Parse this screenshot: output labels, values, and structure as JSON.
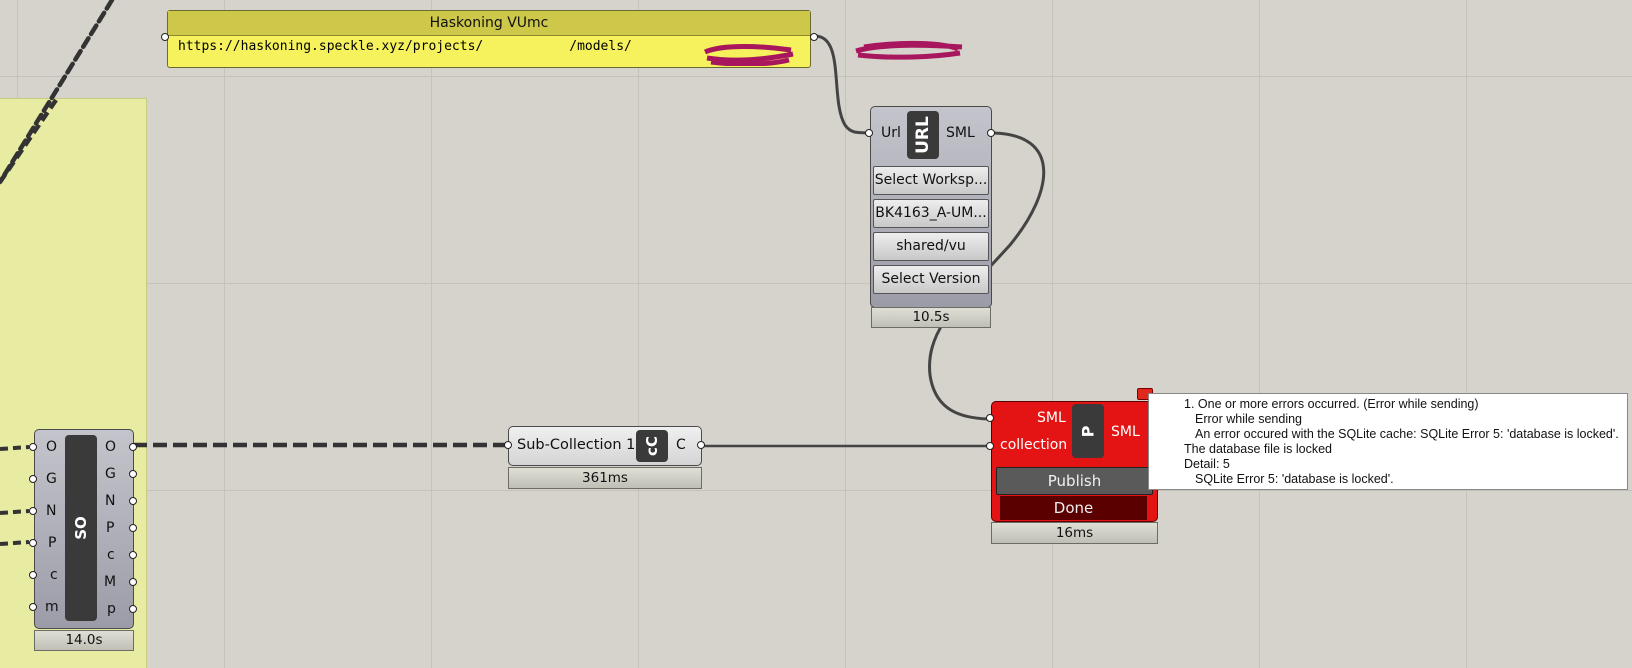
{
  "panel": {
    "title": "Haskoning VUmc",
    "url_prefix": "https://haskoning.speckle.xyz/projects/",
    "url_middle": "/models/"
  },
  "url_component": {
    "input": "Url",
    "nickname": "URL",
    "output": "SML",
    "buttons": [
      "Select Worksp...",
      "BK4163_A-UM...",
      "shared/vu",
      "Select Version"
    ],
    "timing": "10.5s"
  },
  "subcollection": {
    "label": "Sub-Collection 1",
    "nickname": "cC",
    "output": "C",
    "timing": "361ms"
  },
  "so_component": {
    "nickname": "SO",
    "inputs": [
      "O",
      "G",
      "N",
      "P",
      "c",
      "m"
    ],
    "outputs": [
      "O",
      "G",
      "N",
      "P",
      "c",
      "M",
      "p"
    ],
    "timing": "14.0s"
  },
  "publish": {
    "inputs": [
      "SML",
      "collection"
    ],
    "nickname": "P",
    "output": "SML",
    "button": "Publish",
    "status": "Done",
    "timing": "16ms"
  },
  "error_tooltip": {
    "lines": [
      "1. One or more errors occurred. (Error while sending)",
      "Error while sending",
      "An error occured with the SQLite cache: SQLite Error 5: 'database is locked'.",
      "The database file is locked",
      "Detail: 5",
      "SQLite Error 5: 'database is locked'."
    ]
  },
  "colors": {
    "canvas": "#d6d3cd",
    "panel": "#f6f25d",
    "group": "#e8eca2",
    "error_red": "#e51414"
  }
}
